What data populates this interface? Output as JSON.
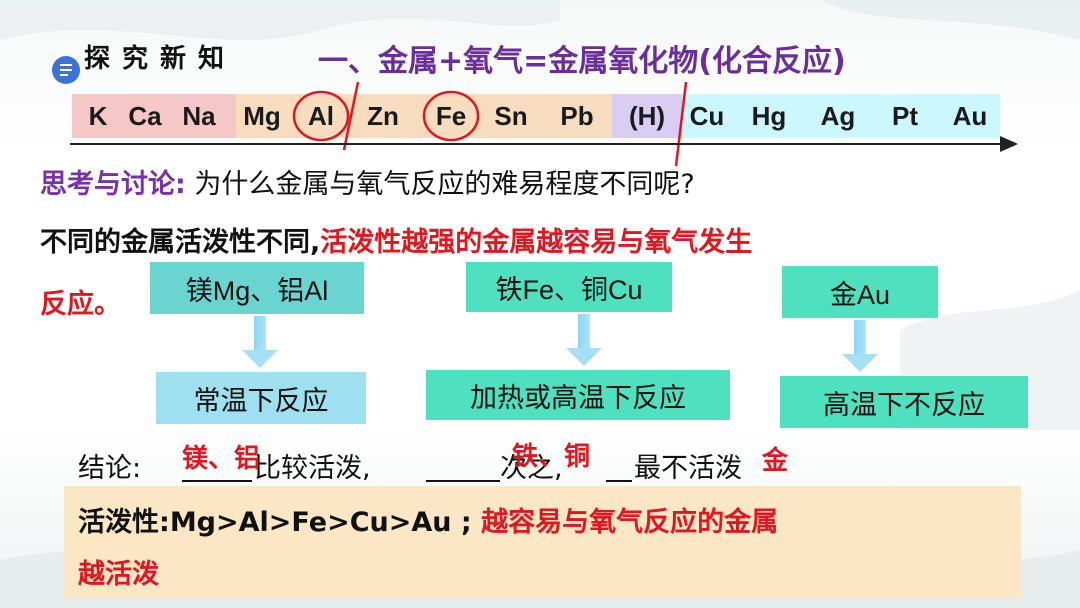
{
  "heading": "探究新知",
  "title": "一、金属+氧气=金属氧化物(化合反应)",
  "series": [
    "K",
    "Ca",
    "Na",
    "Mg",
    "Al",
    "Zn",
    "Fe",
    "Sn",
    "Pb",
    "(H)",
    "Cu",
    "Hg",
    "Ag",
    "Pt",
    "Au"
  ],
  "circled": [
    "Al",
    "Fe"
  ],
  "colors": {
    "pink": "#f6c7c7",
    "peach": "#f7dcbf",
    "lavender": "#d9cdf4",
    "cyan": "#cdf7ff",
    "purple": "#7a30a8",
    "red": "#e0171f",
    "teal": "#6ad4d0",
    "skyblue": "#9ee0f0"
  },
  "discussion": {
    "label": "思考与讨论:",
    "question": "为什么金属与氧气反应的难易程度不同呢?"
  },
  "conclusion_line": {
    "black": "不同的金属活泼性不同,",
    "red_part1": "活泼性越强的金属越容易与氧气发生",
    "red_part2": "反应。"
  },
  "groups": [
    {
      "metals": "镁Mg、铝Al",
      "condition": "常温下反应"
    },
    {
      "metals": "铁Fe、铜Cu",
      "condition": "加热或高温下反应"
    },
    {
      "metals": "金Au",
      "condition": "高温下不反应"
    }
  ],
  "fill_in": {
    "prefix": "结论:",
    "text1": "比较活泼,",
    "text2": "次之,",
    "text3": "最不活泼",
    "answer1": "镁、铝",
    "answer2": "铁、铜",
    "answer3": "金"
  },
  "summary": {
    "label": "活泼性:",
    "order": "Mg>Al>Fe>Cu>Au ;",
    "red1": "越容易与氧气反应的金属",
    "red2": "越活泼"
  }
}
